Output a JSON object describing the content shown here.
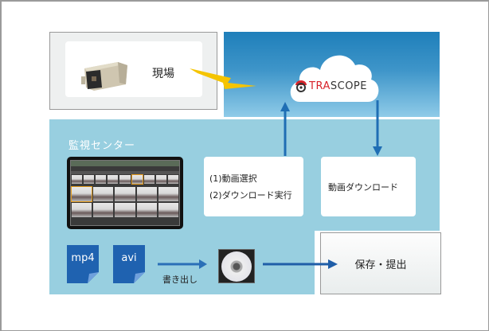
{
  "site": {
    "label": "現場",
    "camera_icon": "security-camera-icon"
  },
  "cloud": {
    "brand": "TRASCOPE",
    "brand_prefix": "TR",
    "brand_accent": "A",
    "brand_suffix": "SCOPE",
    "logo_icon": "trascope-logo-icon"
  },
  "monitoring_center": {
    "title": "監視センター",
    "steps": [
      "(1)動画選択",
      "(2)ダウンロード実行"
    ],
    "download_label": "動画ダウンロード"
  },
  "files": [
    {
      "label": "mp4",
      "icon": "file-icon"
    },
    {
      "label": "avi",
      "icon": "file-icon"
    }
  ],
  "export_label": "書き出し",
  "media_icon": "cd-icon",
  "save_label": "保存・提出",
  "colors": {
    "sky_top": "#1f7fba",
    "sky_bottom": "#8fcbe8",
    "center_band": "#98cfe0",
    "arrow": "#1f6eb4",
    "lightning": "#f5c400",
    "brand_red": "#d8232a",
    "file_blue": "#1f62b0"
  }
}
